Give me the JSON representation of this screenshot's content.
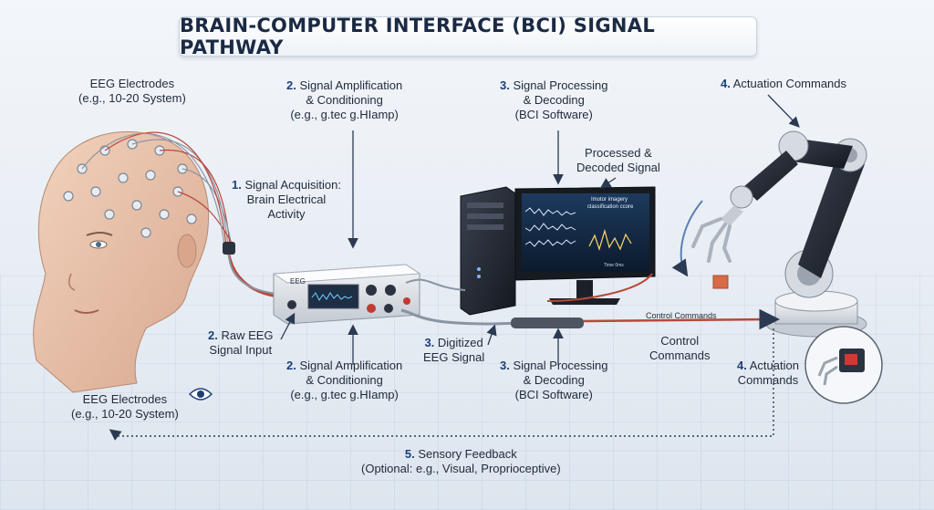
{
  "title": "BRAIN-COMPUTER INTERFACE (BCI) SIGNAL PATHWAY",
  "labels": {
    "eeg_electrodes_top": {
      "line1": "EEG Electrodes",
      "line2": "(e.g., 10-20 System)"
    },
    "step2_top": {
      "num": "2.",
      "line1": " Signal Amplification",
      "line2": "& Conditioning",
      "line3": "(e.g., g.tec g.HIamp)"
    },
    "step3_top": {
      "num": "3.",
      "line1": " Signal Processing",
      "line2": "& Decoding",
      "line3": "(BCI Software)"
    },
    "step4_top": {
      "num": "4.",
      "line1": " Actuation Commands"
    },
    "processed_signal": {
      "line1": "Processed &",
      "line2": "Decoded Signal"
    },
    "step1": {
      "num": "1.",
      "line1": " Signal Acquisition:",
      "line2": "Brain Electrical",
      "line3": "Activity"
    },
    "step2_raw": {
      "num": "2.",
      "line1": " Raw EEG",
      "line2": "Signal Input"
    },
    "step2_bottom": {
      "num": "2.",
      "line1": " Signal Amplification",
      "line2": "& Conditioning",
      "line3": "(e.g., g.tec g.HIamp)"
    },
    "step3_digitized": {
      "num": "3.",
      "line1": " Digitized",
      "line2": "EEG Signal"
    },
    "step3_bottom": {
      "num": "3.",
      "line1": " Signal Processing",
      "line2": "& Decoding",
      "line3": "(BCI Software)"
    },
    "control_commands_small": "Control Commands",
    "control_commands": {
      "line1": "Control",
      "line2": "Commands"
    },
    "step4_bottom": {
      "num": "4.",
      "line1": " Actuation",
      "line2": "Commands"
    },
    "eeg_electrodes_bottom": {
      "line1": "EEG Electrodes",
      "line2": "(e.g., 10-20 System)"
    },
    "step5": {
      "num": "5.",
      "line1": " Sensory Feedback",
      "line2": "(Optional: e.g., Visual, Proprioceptive)"
    }
  },
  "device": {
    "amp_label": "EEG",
    "screen_text1": "Imotor imagery",
    "screen_text2": "classification ccore",
    "screen_axis": "Time 0ms"
  },
  "colors": {
    "accent": "#1d3f78",
    "cable_red": "#b8483a",
    "cable_gray": "#8a95a3",
    "arrow": "#2b3a52"
  },
  "icons": [
    "eye-icon",
    "brain-head",
    "amplifier",
    "computer-tower",
    "monitor",
    "robotic-arm",
    "gripper-closeup"
  ]
}
